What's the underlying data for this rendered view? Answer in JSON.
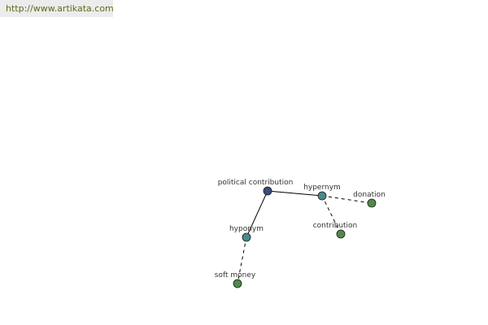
{
  "source": {
    "url_text": "http://www.artikata.com"
  },
  "graph": {
    "nodes": [
      {
        "id": "political-contribution",
        "label": "political contribution",
        "role": "root",
        "color": "#3d4a80"
      },
      {
        "id": "hypernym",
        "label": "hypernym",
        "role": "relation",
        "color": "#4a8a8c"
      },
      {
        "id": "hyponym",
        "label": "hyponym",
        "role": "relation",
        "color": "#4a8a8c"
      },
      {
        "id": "donation",
        "label": "donation",
        "role": "term",
        "color": "#4f8a4a"
      },
      {
        "id": "contribution",
        "label": "contribution",
        "role": "term",
        "color": "#4f8a4a"
      },
      {
        "id": "soft-money",
        "label": "soft money",
        "role": "term",
        "color": "#4f8a4a"
      }
    ],
    "edges": [
      {
        "from": "political-contribution",
        "to": "hypernym",
        "style": "solid"
      },
      {
        "from": "political-contribution",
        "to": "hyponym",
        "style": "solid"
      },
      {
        "from": "hypernym",
        "to": "donation",
        "style": "dashed"
      },
      {
        "from": "hypernym",
        "to": "contribution",
        "style": "dashed"
      },
      {
        "from": "hyponym",
        "to": "soft-money",
        "style": "dashed"
      }
    ]
  }
}
